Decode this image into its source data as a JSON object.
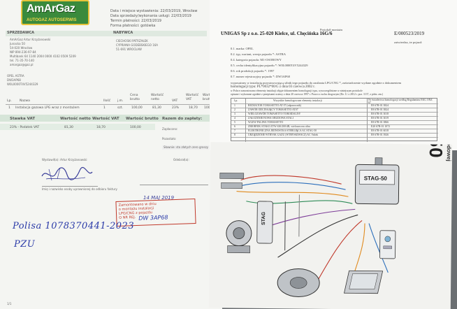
{
  "invoice": {
    "logo_main": "AmArGaz",
    "logo_sub": "AUTOGAZ  AUTOSERWIS",
    "meta": [
      "Data i miejsce wystawienia: 22/03/2019, Wrocław",
      "Data sprzedaży/wykonania usługi: 22/03/2019",
      "Termin płatności: 22/03/2019",
      "Forma płatności: gotówka"
    ],
    "seller_label": "SPRZEDAWCA",
    "seller": [
      "AmArGaz Artur Krzyżanowski",
      "Junacka 50",
      "54-020 Wrocław",
      "NIP 894-236-97-84",
      "Multibank 64 1140 2004 0000 4102 0509 5209",
      "tel. 71-35-70-140",
      "amargaz@gaz.pl"
    ],
    "buyer_label": "NABYWCA",
    "buyer": [
      "CIECHOSKI PATRZAŁEK",
      "CYPRIANA GODEBSKIEGO 16A",
      "51-691 WROCŁAW"
    ],
    "vehicle": [
      "OPEL ASTRA",
      "DW3AP68",
      "W0L0000T4V5244329"
    ],
    "columns": [
      "Lp.",
      "Nazwa",
      "Ilość",
      "j.m.",
      "Cena brutto",
      "Wartość netto",
      "VAT",
      "Wartość VAT",
      "Wartość brutto"
    ],
    "item": {
      "lp": "1",
      "name": "Instalacja gazowa LPG wraz z montażem",
      "qty": "1",
      "unit": "szt.",
      "price": "100,00",
      "net": "81,30",
      "vat": "23%",
      "vat_value": "18,70",
      "gross": "100,00"
    },
    "vat_summary_headers": [
      "Stawka VAT",
      "Wartość netto",
      "Wartość VAT",
      "Wartość brutto",
      "Razem do zapłaty:"
    ],
    "vat_summary_row": [
      "23% - Podatek VAT",
      "81,30",
      "18,70",
      "100,00"
    ],
    "payment_labels": [
      "Zapłacono:",
      "Pozostało:",
      "Słownie: sto złotych zero groszy"
    ],
    "issuer_label": "Wystawił(a): Artur Krzyżanowski",
    "recipient_label": "Odebrał(a):",
    "small_note": "Imię i nazwisko osoby uprawnionej do odbioru faktury",
    "stamp_lines": [
      "Zamontowano w dniu",
      "o montażu instalacji",
      "LPG/CNG z pojazdu",
      "O NR REJ."
    ],
    "stamp_date": "14 MAJ 2019",
    "stamp_reg": "DW 3AP68",
    "handwriting_1": "Polisa 1078370441-2023",
    "handwriting_2": "PZU",
    "page_number": "1/1"
  },
  "protocol": {
    "header_title": "Protokół montażu",
    "company": "UNIGAS Sp z o.o. 25-020 Kielce, ul. Chęcińska 16G/6",
    "doc_number": "E/000523/2019",
    "doc_note": "zatwierdza, że pojazd:",
    "fields": [
      "0.1. marka:                        OPEL",
      "0.2. typ, wariant, wersja pojazdu *:  ASTRA",
      "0.4. kategoria pojazdu:              M1-OSOBOWY",
      "0.5. cecha identyfikacyjna pojazdu *:  W0L0000T4V5244329",
      "0.6. rok produkcji pojazdu *:        1997",
      "0.7. numer rejestracyjny pojazdu *:  DW3AP68"
    ],
    "equipment_text": "wyposażony w instalację przystosowującą silnik tego pojazdu do zasilania LPG/CNG *, zaświadczenie wydane zgodnie z dokumentem",
    "homologation": "homologacji typu:  PL*0032*00/G  z dnia 03 czerwca 2002 r.",
    "note_lines": [
      "w Polsce zamontowano elementy instalacji objęte dokumentem homologacji typu, wyszczególnione w niniejszym protokole",
      "opisane i wykonane zgodnie z przepisami ustawy z dnia 20 czerwca 1997 r. Prawo o ruchu drogowym (Dz. U. z 2012 r. poz. 1137, z późn. zm.)"
    ],
    "table_headers": [
      "Lp.",
      "Wszystkie homologowane elementy instalacji",
      "Nr świadectwa homologacji według Regulaminu EKG ONZ 67"
    ],
    "table_rows": [
      [
        "1",
        "REDUKTOR TOMASETTO AT 07 (odparownik)",
        "E8 67R-01 3824"
      ],
      [
        "2",
        "ZAWÓR ODCINAJĄCY TOMASETTO AT07",
        "E8 67R-01 3824"
      ],
      [
        "3",
        "WIELOZAWÓR TOMASETTO TOROIDALNY",
        "E8 67R-01 3018"
      ],
      [
        "4",
        "ZAŁOŻENIE/NOWA OBUDOWA STALI",
        "E8 67R-01 3019"
      ],
      [
        "5",
        "WLEW PALIWA TOMASETTO",
        "E8 67R-01 3866"
      ],
      [
        "6",
        "ZBIORNIK STAKO ZTW 630/200/4B, wielozaworu ultra",
        "E20 67R-01 1072"
      ],
      [
        "7",
        "ELEKTRONICZNA JEDNOSTKA STERUJĄCA AC STAG-50",
        "E8 67R-01 6018"
      ],
      [
        "8",
        "URZĄDZENIE WTRYSK GAZU (WTRYSKIWACZ) AC Valtek",
        "E8 67R-01 3926"
      ]
    ]
  },
  "stag": {
    "title": "STAG-50",
    "subtitle": "podręcznik do instalacji samochodowej",
    "box_label": "STAG-50",
    "module_label": "STAG"
  }
}
